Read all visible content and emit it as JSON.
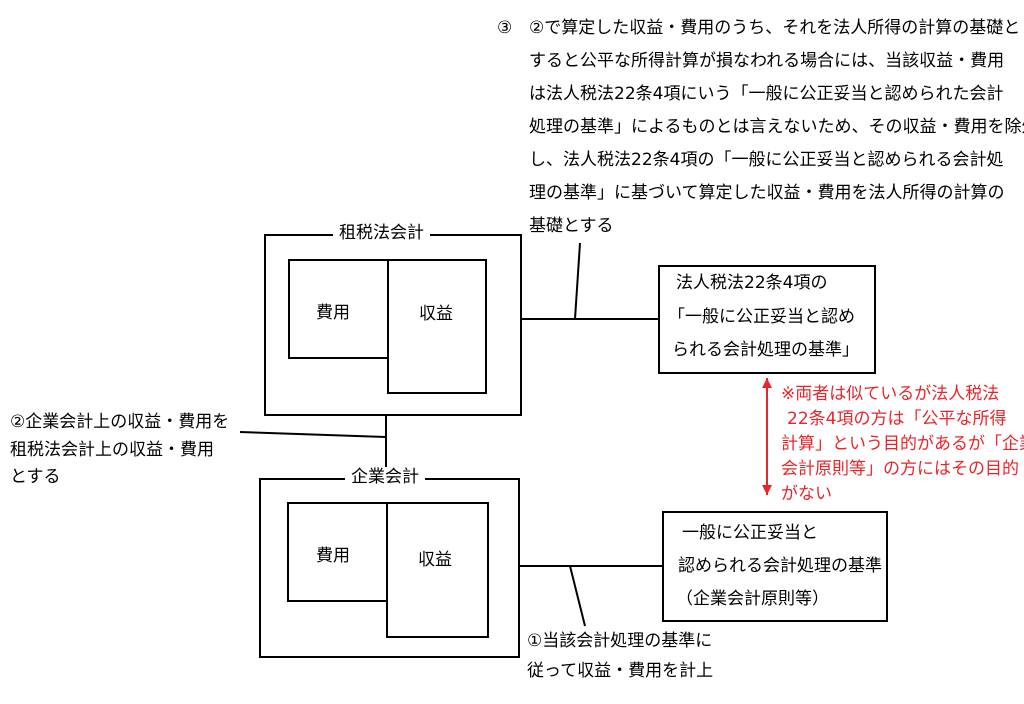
{
  "note3": {
    "number": "③",
    "lines": [
      "②で算定した収益・費用のうち、それを法人所得の計算の基礎と",
      "すると公平な所得計算が損なわれる場合には、当該収益・費用",
      "は法人税法22条4項にいう「一般に公正妥当と認められた会計",
      "処理の基準」によるものとは言えないため、その収益・費用を除外",
      "し、法人税法22条4項の「一般に公正妥当と認められる会計処",
      " 理の基準」に基づいて算定した収益・費用を法人所得の計算の",
      " 基礎とする"
    ]
  },
  "tax_accounting": {
    "title": "租税法会計",
    "expense": "費用",
    "revenue": "収益"
  },
  "corporate_accounting": {
    "title": "企業会計",
    "expense": "費用",
    "revenue": "収益"
  },
  "tax_law_box": {
    "lines": [
      "法人税法22条4項の",
      "「一般に公正妥当と認め",
      "られる会計処理の基準」"
    ]
  },
  "standard_box": {
    "lines": [
      "一般に公正妥当と",
      "認められる会計処理の基準",
      "（企業会計原則等）"
    ]
  },
  "note2": {
    "lines": [
      "②企業会計上の収益・費用を",
      "  租税法会計上の収益・費用",
      "  とする"
    ]
  },
  "note1": {
    "lines": [
      "①当該会計処理の基準に",
      "  従って収益・費用を計上"
    ]
  },
  "red_note": {
    "lines": [
      "※両者は似ているが法人税法",
      " 22条4項の方は「公平な所得",
      "計算」という目的があるが「企業",
      "会計原則等」の方にはその目的",
      "がない"
    ]
  },
  "colors": {
    "annotation_red": "#e8252b",
    "line": "#000000"
  }
}
